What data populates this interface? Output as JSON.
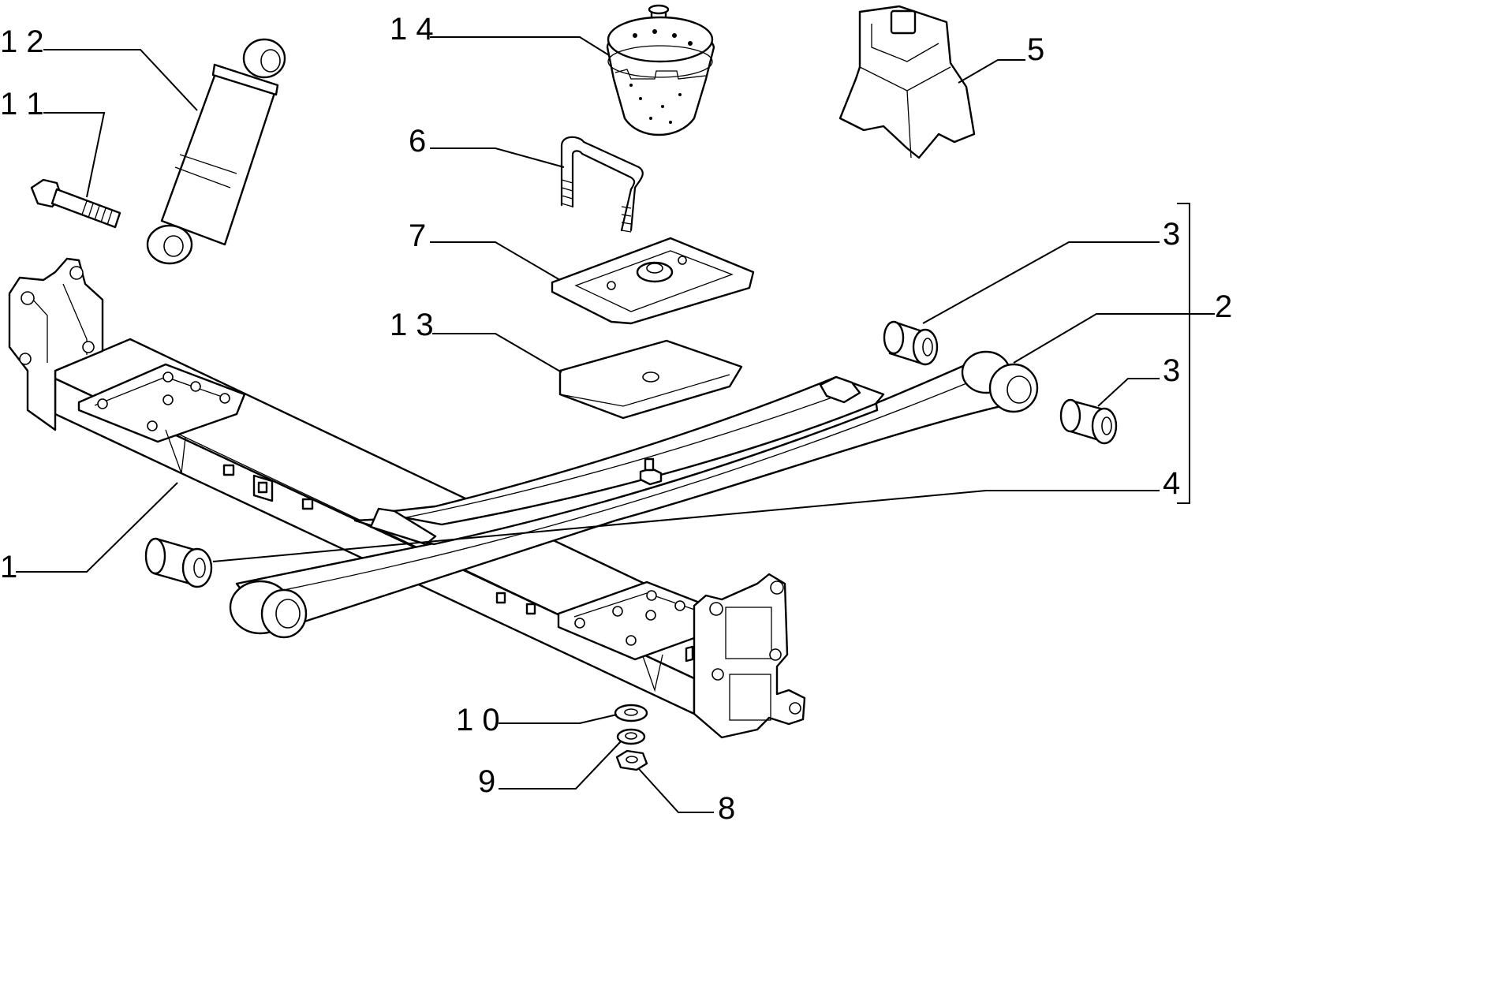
{
  "diagram": {
    "callouts": {
      "c1": "1",
      "c2": "2",
      "c3a": "3",
      "c3b": "3",
      "c4": "4",
      "c5": "5",
      "c6": "6",
      "c7": "7",
      "c8": "8",
      "c9": "9",
      "c10": "1 0",
      "c11": "1 1",
      "c12": "1 2",
      "c13": "1 3",
      "c14": "1 4"
    }
  }
}
